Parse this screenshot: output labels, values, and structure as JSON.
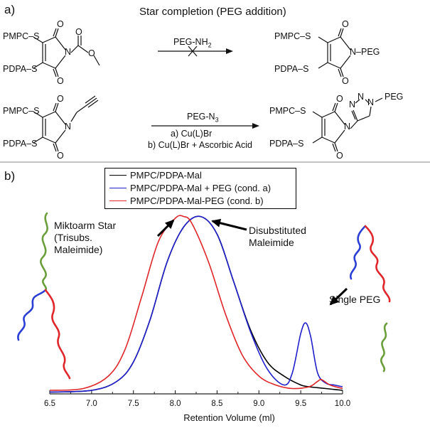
{
  "panel_a": {
    "label": "a)",
    "title": "Star completion (PEG addition)",
    "rxn1": {
      "reactant": {
        "top_group": "PMPC",
        "bottom_group": "PDPA"
      },
      "reagent": "PEG-NH",
      "reagent_sub": "2",
      "product": {
        "top_group": "PMPC",
        "bottom_group": "PDPA",
        "n_substituent": "PEG"
      }
    },
    "rxn2": {
      "reactant": {
        "top_group": "PMPC",
        "bottom_group": "PDPA"
      },
      "reagent": "PEG-N",
      "reagent_sub": "3",
      "condition_a": "a) Cu(L)Br",
      "condition_b": "b) Cu(L)Br + Ascorbic Acid",
      "product": {
        "top_group": "PMPC",
        "bottom_group": "PDPA",
        "triazole_substituent": "PEG"
      }
    },
    "atoms": {
      "S": "S",
      "N": "N",
      "O": "O"
    }
  },
  "panel_b": {
    "label": "b)",
    "annotations": {
      "miktoarm_1": "Miktoarm Star",
      "miktoarm_2": "(Trisubs.",
      "miktoarm_3": "Maleimide)",
      "disub_1": "Disubstituted",
      "disub_2": "Maleimide",
      "single_peg": "Single PEG"
    },
    "arm_colors": {
      "blue": "#2b3fd6",
      "red": "#e0262a",
      "green": "#6a9e3a"
    }
  },
  "chart_data": {
    "type": "line",
    "title": "",
    "xlabel": "Retention Volume (ml)",
    "ylabel": "",
    "xlim": [
      6.5,
      10.0
    ],
    "ylim": [
      0,
      1.05
    ],
    "xticks": [
      "6.5",
      "7.0",
      "7.5",
      "8.0",
      "8.5",
      "9.0",
      "9.5",
      "10.0"
    ],
    "legend_position": "top-center",
    "series": [
      {
        "name": "PMPC/PDPA-Mal",
        "color": "#000000",
        "x": [
          6.5,
          7.0,
          7.3,
          7.5,
          7.7,
          7.9,
          8.1,
          8.3,
          8.5,
          8.7,
          8.9,
          9.1,
          9.3,
          9.5,
          9.6,
          9.7,
          9.8,
          9.9,
          10.0
        ],
        "y": [
          0.01,
          0.02,
          0.07,
          0.18,
          0.42,
          0.74,
          0.94,
          1.0,
          0.9,
          0.63,
          0.36,
          0.18,
          0.1,
          0.05,
          0.04,
          0.035,
          0.03,
          0.025,
          0.02
        ]
      },
      {
        "name": "PMPC/PDPA-Mal + PEG (cond. a)",
        "color": "#1f1fcc",
        "x": [
          6.5,
          7.0,
          7.3,
          7.5,
          7.7,
          7.9,
          8.1,
          8.3,
          8.5,
          8.7,
          8.9,
          9.1,
          9.3,
          9.4,
          9.5,
          9.56,
          9.62,
          9.7,
          9.8,
          9.9,
          10.0
        ],
        "y": [
          0.01,
          0.02,
          0.07,
          0.18,
          0.42,
          0.74,
          0.94,
          1.0,
          0.9,
          0.63,
          0.35,
          0.14,
          0.05,
          0.12,
          0.34,
          0.4,
          0.32,
          0.12,
          0.06,
          0.05,
          0.04
        ]
      },
      {
        "name": "PMPC/PDPA-Mal-PEG (cond. b)",
        "color": "#e0262a",
        "x": [
          6.5,
          6.9,
          7.2,
          7.4,
          7.6,
          7.8,
          8.0,
          8.1,
          8.2,
          8.4,
          8.6,
          8.8,
          9.0,
          9.2,
          9.4,
          9.6,
          9.7,
          9.75,
          9.85,
          10.0
        ],
        "y": [
          0.02,
          0.03,
          0.1,
          0.25,
          0.55,
          0.86,
          0.99,
          1.0,
          0.96,
          0.74,
          0.45,
          0.22,
          0.1,
          0.05,
          0.03,
          0.04,
          0.07,
          0.08,
          0.05,
          0.03
        ]
      }
    ]
  }
}
